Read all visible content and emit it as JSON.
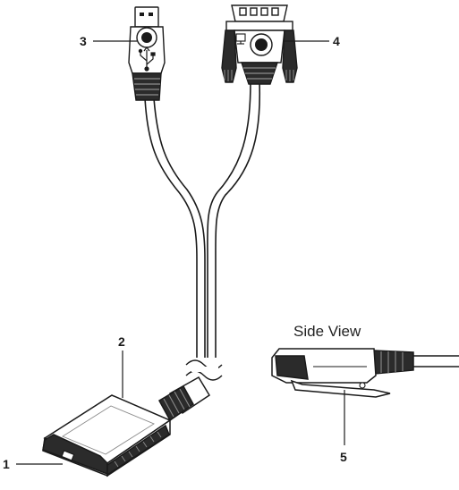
{
  "side_view": {
    "title": "Side View"
  },
  "callouts": [
    {
      "id": "1",
      "label": "1"
    },
    {
      "id": "2",
      "label": "2"
    },
    {
      "id": "3",
      "label": "3"
    },
    {
      "id": "4",
      "label": "4"
    },
    {
      "id": "5",
      "label": "5"
    }
  ],
  "colors": {
    "outline": "#1a1a1a",
    "body_fill": "#ffffff",
    "shade": "#8c8c8c",
    "dark": "#2b2b2b"
  },
  "icons": [
    "usb-trident-icon"
  ]
}
